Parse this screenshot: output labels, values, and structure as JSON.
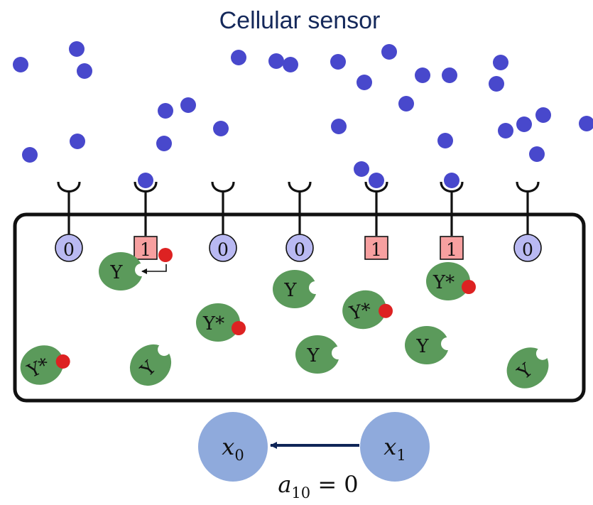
{
  "title": "Cellular sensor",
  "colors": {
    "ligand": "#4848cc",
    "cell_border": "#111111",
    "receptor_off_fill": "#b9b9f2",
    "receptor_on_fill": "#f7a0a0",
    "protein_fill": "#5b9a5b",
    "phosphate": "#dd2222",
    "node_fill": "#8faadc",
    "arrow": "#0f2557"
  },
  "receptor_states": [
    "0",
    "1",
    "0",
    "0",
    "1",
    "1",
    "0"
  ],
  "protein_label": "Y",
  "protein_active_label": "Y*",
  "nodes": {
    "source": "x1",
    "target": "x0"
  },
  "node_labels": {
    "source": {
      "var": "x",
      "sub": "1"
    },
    "target": {
      "var": "x",
      "sub": "0"
    }
  },
  "edge_label": {
    "var": "a",
    "sub": "10",
    "rest": " = 0"
  }
}
